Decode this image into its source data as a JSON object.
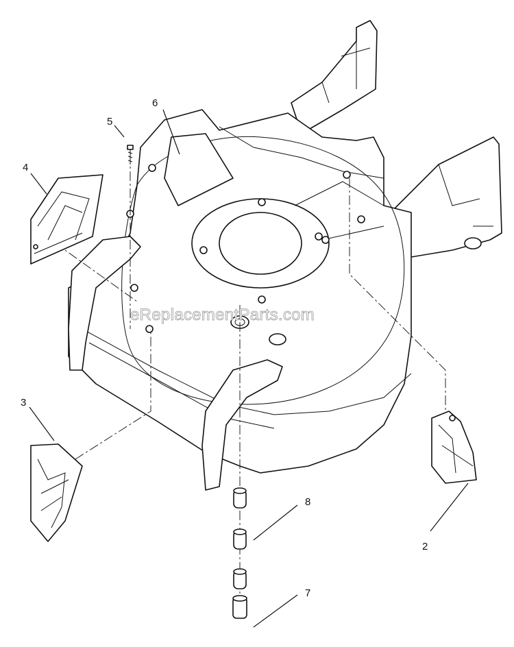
{
  "watermark": "eReplacementParts.com",
  "callouts": [
    {
      "id": "label-1",
      "text": "2"
    },
    {
      "id": "label-2",
      "text": "3"
    },
    {
      "id": "label-3",
      "text": "4"
    },
    {
      "id": "label-4",
      "text": "5"
    },
    {
      "id": "label-5",
      "text": "6"
    },
    {
      "id": "label-6",
      "text": "7"
    },
    {
      "id": "label-7",
      "text": "8"
    }
  ]
}
